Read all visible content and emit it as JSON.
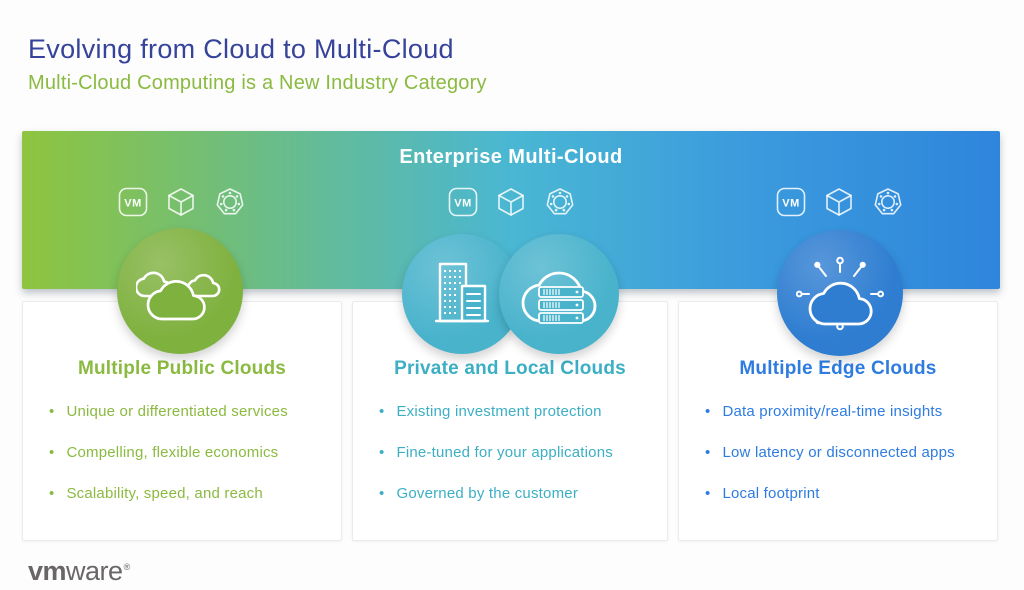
{
  "header": {
    "title": "Evolving from Cloud to Multi-Cloud",
    "title_color": "#36439a",
    "subtitle": "Multi-Cloud Computing is a New Industry Category",
    "subtitle_color": "#8bba41"
  },
  "banner": {
    "title": "Enterprise Multi-Cloud",
    "vm_label": "VM",
    "gradient_left": "#8ec43e",
    "gradient_middle": "#4ab7d3",
    "gradient_right": "#2f85dc",
    "icon_names": [
      "vm-badge-icon",
      "container-cube-icon",
      "kubernetes-wheel-icon"
    ]
  },
  "columns": [
    {
      "heading": "Multiple Public Clouds",
      "color": "#8bba41",
      "circle_color": "#7fb13f",
      "circle_icon": "public-clouds-icon",
      "bullets": [
        "Unique or differentiated services",
        "Compelling, flexible economics",
        "Scalability, speed, and reach"
      ]
    },
    {
      "heading": "Private and Local Clouds",
      "color": "#3cafc4",
      "circle_color": "#49b3cc",
      "circle_icons": [
        "datacenter-buildings-icon",
        "cloud-servers-icon"
      ],
      "bullets": [
        "Existing investment protection",
        "Fine-tuned for your applications",
        "Governed by the customer"
      ]
    },
    {
      "heading": "Multiple Edge Clouds",
      "color": "#2e7ce0",
      "circle_color": "#2e7dd1",
      "circle_icon": "edge-cloud-icon",
      "bullets": [
        "Data proximity/real-time insights",
        "Low latency or disconnected apps",
        "Local footprint"
      ]
    }
  ],
  "footer": {
    "logo_bold": "vm",
    "logo_regular": "ware",
    "logo_mark": "®"
  }
}
